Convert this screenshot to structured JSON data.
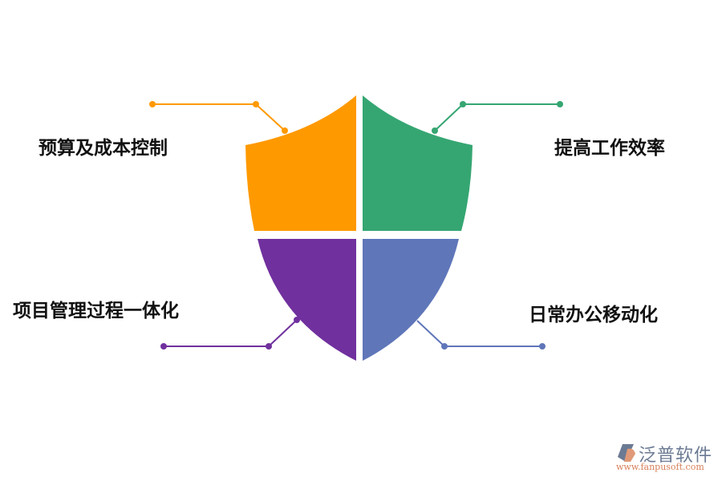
{
  "diagram": {
    "type": "shield-four-quadrant",
    "quadrants": [
      {
        "position": "top-left",
        "label": "预算及成本控制",
        "color": "#FF9900"
      },
      {
        "position": "top-right",
        "label": "提高工作效率",
        "color": "#35A672"
      },
      {
        "position": "bottom-left",
        "label": "项目管理过程一体化",
        "color": "#70309E"
      },
      {
        "position": "bottom-right",
        "label": "日常办公移动化",
        "color": "#5F76B9"
      }
    ]
  },
  "logo": {
    "name": "泛普软件",
    "url": "www.fanpusoft.com",
    "colors": {
      "primary": "#6b7a93",
      "accent": "#d8805a"
    }
  }
}
